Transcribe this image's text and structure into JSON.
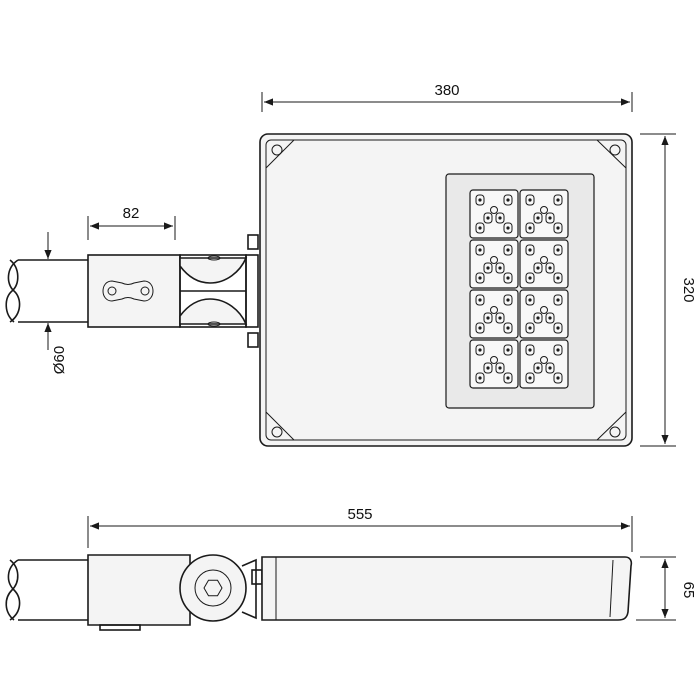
{
  "dimensions": {
    "width_top": "380",
    "height_right": "320",
    "bracket": "82",
    "pipe_diameter": "Ø60",
    "total_length": "555",
    "thickness": "65"
  },
  "colors": {
    "line": "#1a1a1a",
    "body_fill": "#f4f4f4",
    "panel_fill": "#e9e9e9"
  }
}
